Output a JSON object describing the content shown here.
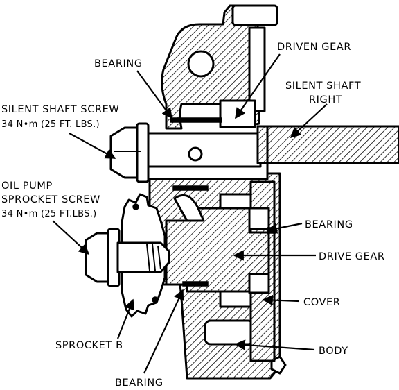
{
  "labels": {
    "bearing_top": "BEARING",
    "driven_gear": "DRIVEN GEAR",
    "silent_shaft_right_1": "SILENT SHAFT",
    "silent_shaft_right_2": "RIGHT",
    "silent_shaft_screw": "SILENT SHAFT SCREW",
    "silent_shaft_screw_torque": "34 N•m (25 FT. LBS.)",
    "oil_pump_1": "OIL PUMP",
    "oil_pump_2": "SPROCKET  SCREW",
    "oil_pump_torque": "34 N•m (25 FT.LBS.)",
    "bearing_mid": "BEARING",
    "drive_gear": "DRIVE GEAR",
    "cover": "COVER",
    "body": "BODY",
    "sprocket_b": "SPROCKET B",
    "bearing_bottom": "BEARING"
  }
}
